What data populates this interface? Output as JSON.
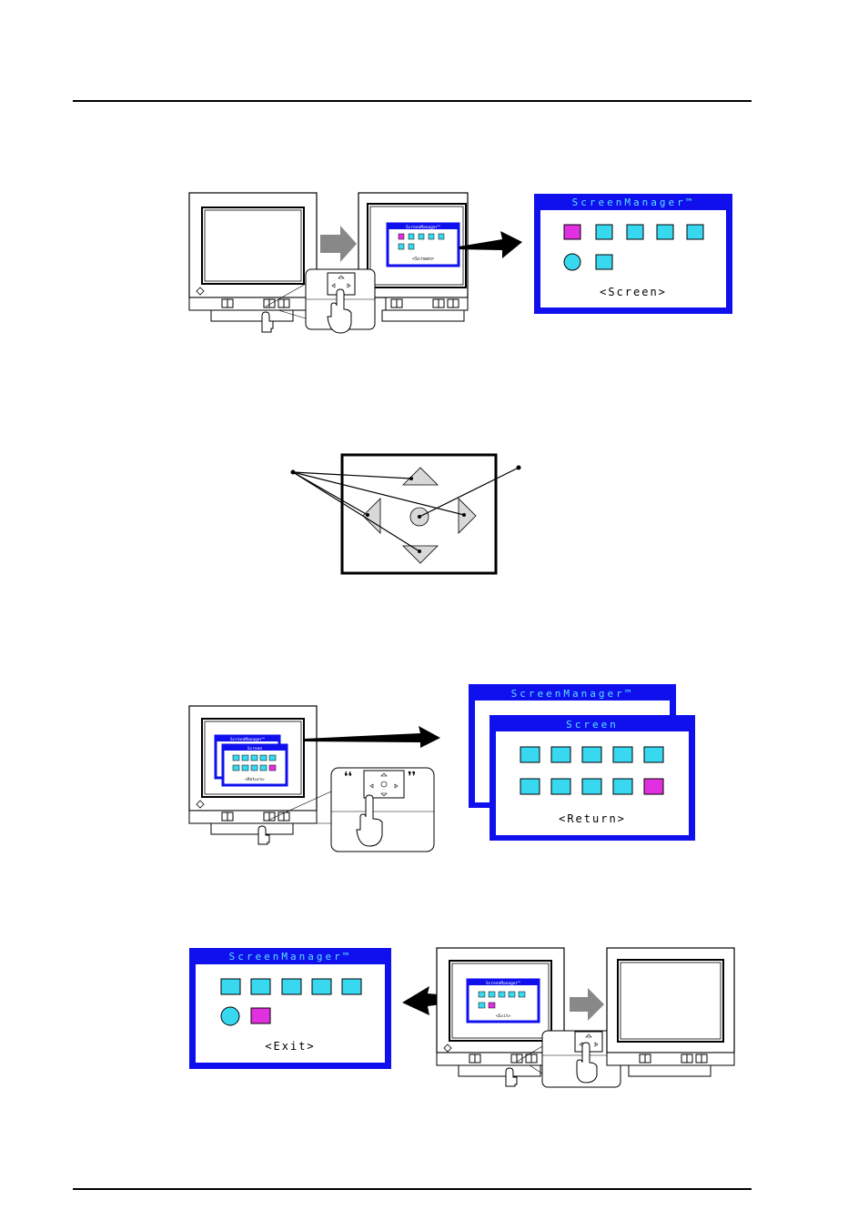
{
  "fig1": {
    "osd_title": "ScreenManager™",
    "osd_label": "<Screen>",
    "mini_title": "ScreenManager™",
    "mini_label": "<Screen>"
  },
  "fig3": {
    "back_title": "ScreenManager™",
    "front_title": "Screen",
    "front_label": "<Return>",
    "mini_back_title": "ScreenManager™",
    "mini_front_title": "Screen",
    "mini_label": "<Return>"
  },
  "fig4": {
    "osd_title": "ScreenManager™",
    "osd_label": "<Exit>",
    "mini_title": "ScreenManager™",
    "mini_label": "<Exit>"
  },
  "colors": {
    "osd_blue": "#1010ee",
    "icon_cyan": "#38d8f0",
    "icon_magenta": "#e030e0",
    "arrow_gray": "#888888",
    "pad_gray": "#d8d8d8"
  }
}
